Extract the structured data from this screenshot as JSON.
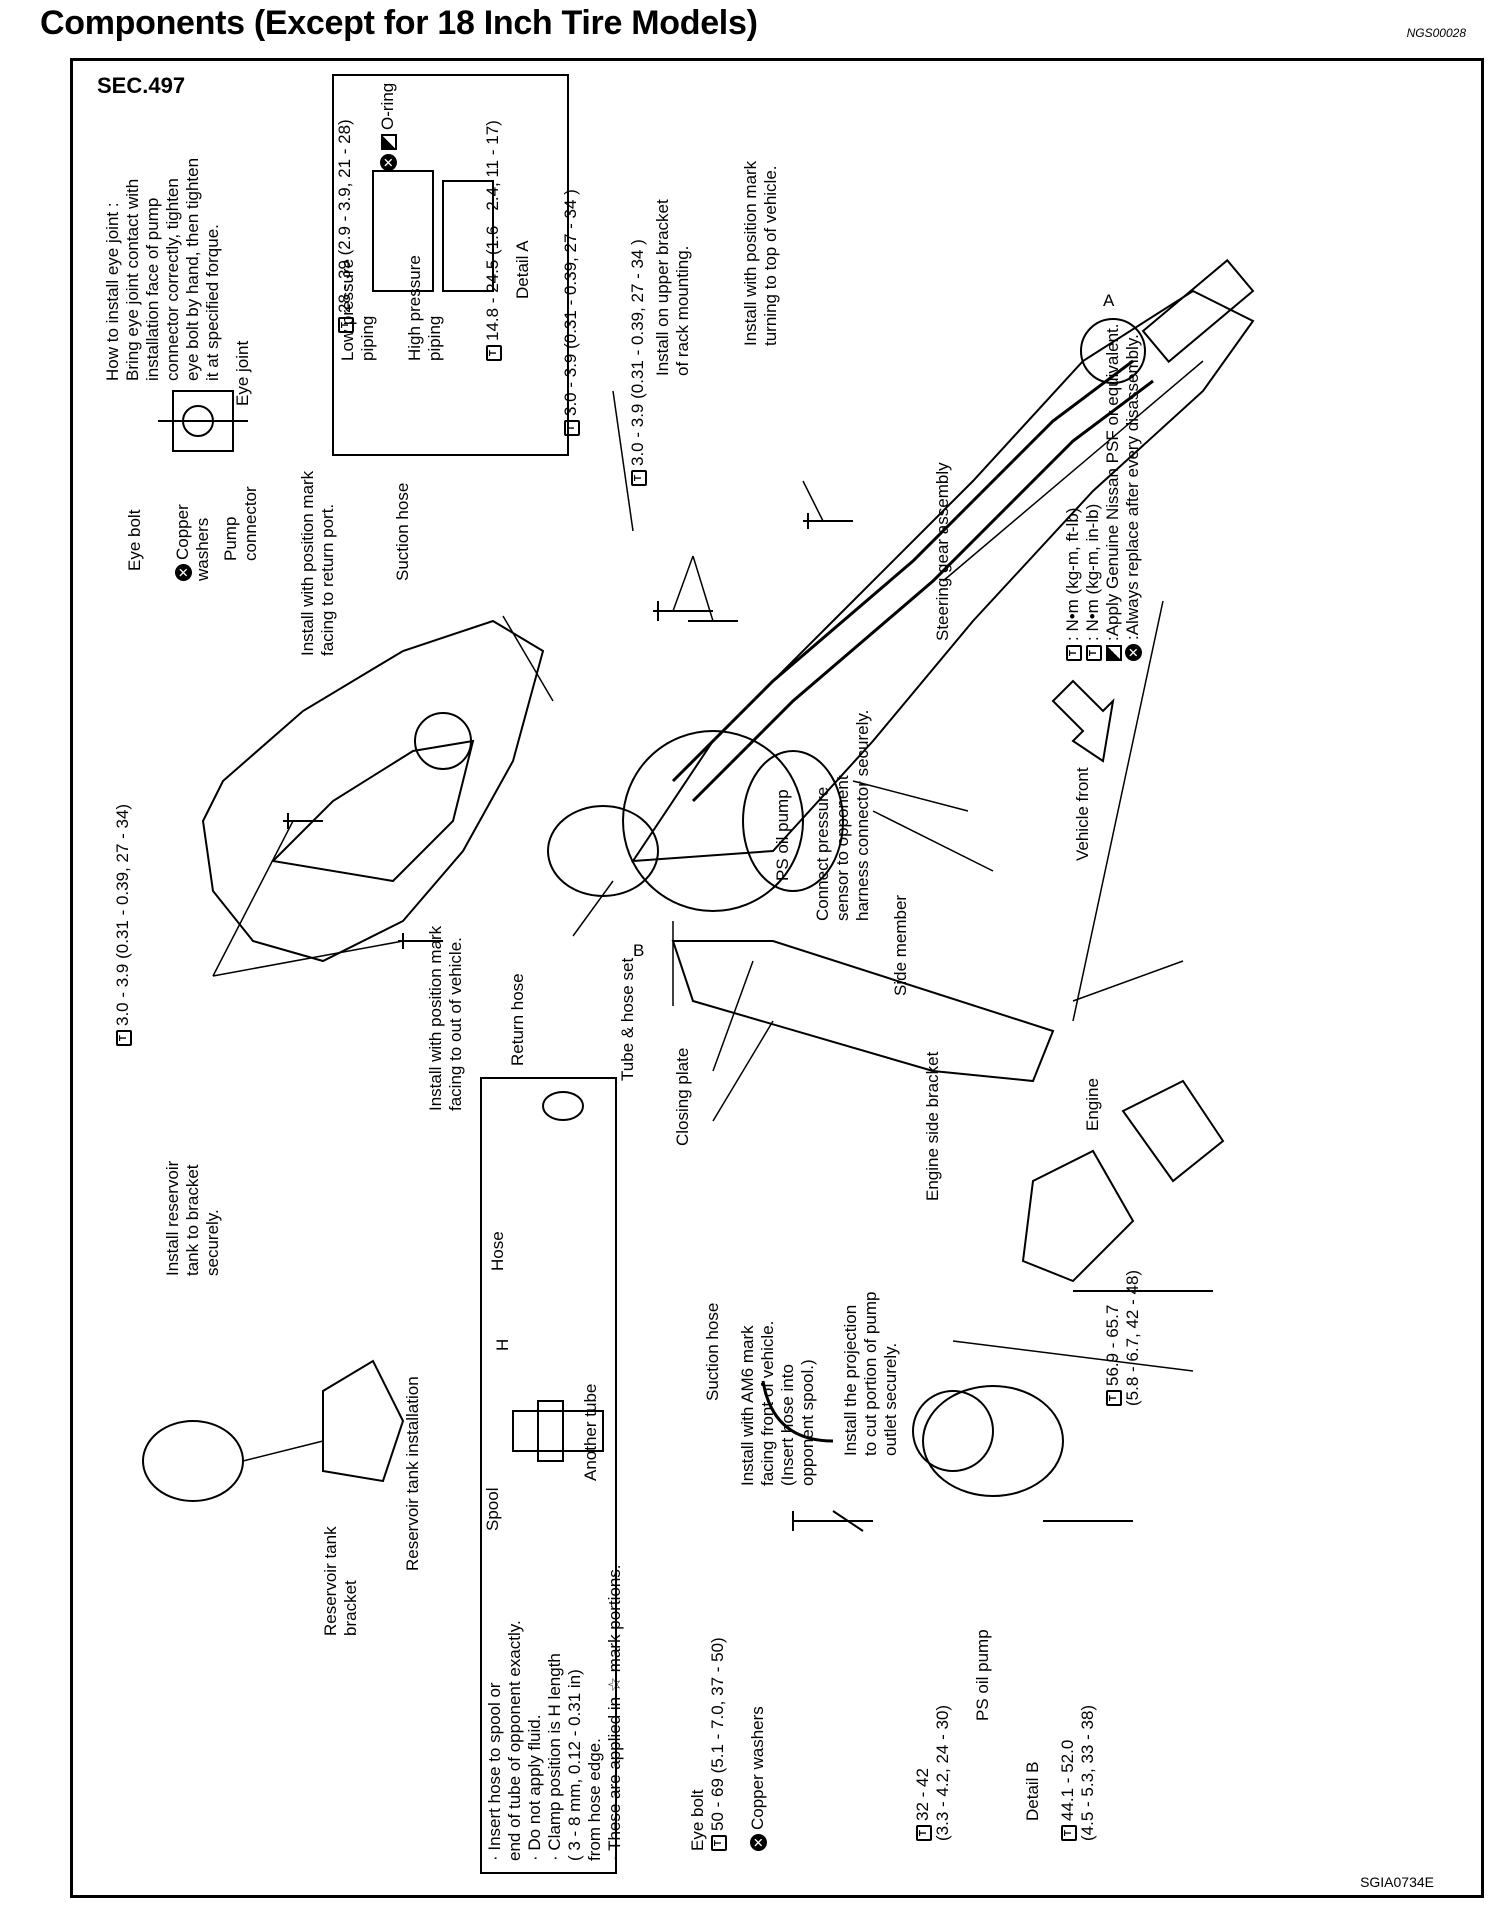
{
  "title": "Components (Except for 18 Inch Tire Models)",
  "doc_id": "NGS00028",
  "figure_id": "SGIA0734E",
  "section": "SEC.497",
  "eye_joint": {
    "how_to": [
      "How to install eye joint :",
      "Bring eye joint contact with",
      "installation face of pump",
      "connector correctly, tighten",
      "eye bolt by hand, then tighten",
      "it at specified forque."
    ],
    "eye_joint": "Eye joint",
    "eye_bolt": "Eye bolt",
    "copper_washers": [
      "Copper",
      "washers"
    ],
    "pump_connector": [
      "Pump",
      "connector"
    ]
  },
  "detail_a": {
    "torque_low": "28 - 39 (2.9 - 3.9, 21 - 28)",
    "torque_high": "14.8 - 24.5 (1.6 - 2.4, 11 - 17)",
    "o_ring": "O-ring",
    "low_pressure": [
      "Low pressure",
      "piping"
    ],
    "high_pressure": [
      "High pressure",
      "piping"
    ],
    "caption": "Detail A"
  },
  "main": {
    "torque_upper_1": "3.0 - 3.9 (0.31 - 0.39, 27 - 34 )",
    "torque_upper_2": "3.0 - 3.9 (0.31 - 0.39, 27 - 34 )",
    "upper_bracket": [
      "Install on upper bracket",
      "of rack mounting."
    ],
    "pos_mark_top": [
      "Install with position mark",
      "turning to top of vehicle."
    ],
    "return_port": [
      "Install with position mark",
      "facing to return port."
    ],
    "suction_hose": "Suction hose",
    "steering_gear": "Steering gear assembly",
    "vehicle_front": "Vehicle front",
    "ps_oil_pump": "PS oil pump",
    "pressure_sensor": [
      "Connect pressure",
      "sensor to opponent",
      "harness connector securely."
    ],
    "side_member": "Side member",
    "torque_left": "3.0 - 3.9 (0.31 - 0.39, 27 - 34)",
    "out_of_vehicle": [
      "Install with position mark",
      "facing to out of vehicle."
    ],
    "return_hose": "Return hose",
    "tube_hose_set": "Tube & hose set",
    "closing_plate": "Closing plate",
    "marker_a": "A",
    "marker_b": "B"
  },
  "legend": {
    "nm_ftlb": ": N•m  (kg-m,  ft-lb)",
    "nm_inlb": ": N•m  (kg-m,  in-lb)",
    "psf": ":Apply Genuine Nissan PSF or  equivalent.",
    "replace": ":Always replace after every disassembly."
  },
  "reservoir": {
    "install": [
      "Install reservoir",
      "tank to bracket",
      "securely."
    ],
    "bracket": [
      "Reservoir tank",
      "bracket"
    ],
    "caption": "Reservoir tank installation"
  },
  "hose_box": {
    "notes": [
      "· Insert hose to spool or",
      "  end of tube of opponent exactly.",
      "· Do not apply fluid.",
      "· Clamp position is H length",
      "  ( 3 - 8 mm, 0.12 - 0.31 in)",
      "  from hose edge.",
      "· These are applied in ☆ mark portions."
    ],
    "hose": "Hose",
    "h": "H",
    "spool": "Spool",
    "another_tube": "Another tube"
  },
  "detail_b": {
    "suction_hose": "Suction hose",
    "am6": [
      "Install with AM6 mark",
      "facing front of vehicle.",
      "(Insert hose into",
      "opponent spool.)"
    ],
    "projection": [
      "Install the projection",
      "to cut portion of pump",
      "outlet securely."
    ],
    "engine_side_bracket": "Engine side bracket",
    "engine": "Engine",
    "torque_top": [
      "56.9 - 65.7",
      "(5.8 - 6.7, 42 - 48)"
    ],
    "eye_bolt": "Eye bolt",
    "eye_bolt_torque": "50 - 69 (5.1 - 7.0, 37 - 50)",
    "copper_washers": "Copper washers",
    "pump_torque": [
      "32 - 42",
      "(3.3 - 4.2, 24 - 30)"
    ],
    "ps_oil_pump": "PS oil pump",
    "bottom_torque": [
      "44.1 - 52.0",
      "(4.5 - 5.3, 33 - 38)"
    ],
    "caption": "Detail B"
  }
}
